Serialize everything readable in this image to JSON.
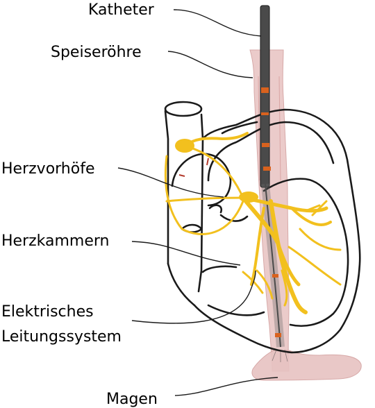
{
  "labels": {
    "katheter": "Katheter",
    "speiseroehre": "Speiseröhre",
    "herzvorhoefe": "Herzvorhöfe",
    "herzkammern": "Herzkammern",
    "elektrisches_line1": "Elektrisches",
    "elektrisches_line2": "Leitungssystem",
    "magen": "Magen"
  },
  "colors": {
    "esophagus": "#e7c2c1",
    "catheter": "#4a4a4a",
    "electrode": "#d9621e",
    "conduction": "#f2c01e",
    "outline": "#1a1a1a",
    "atrium_mark": "#b33a2c"
  }
}
